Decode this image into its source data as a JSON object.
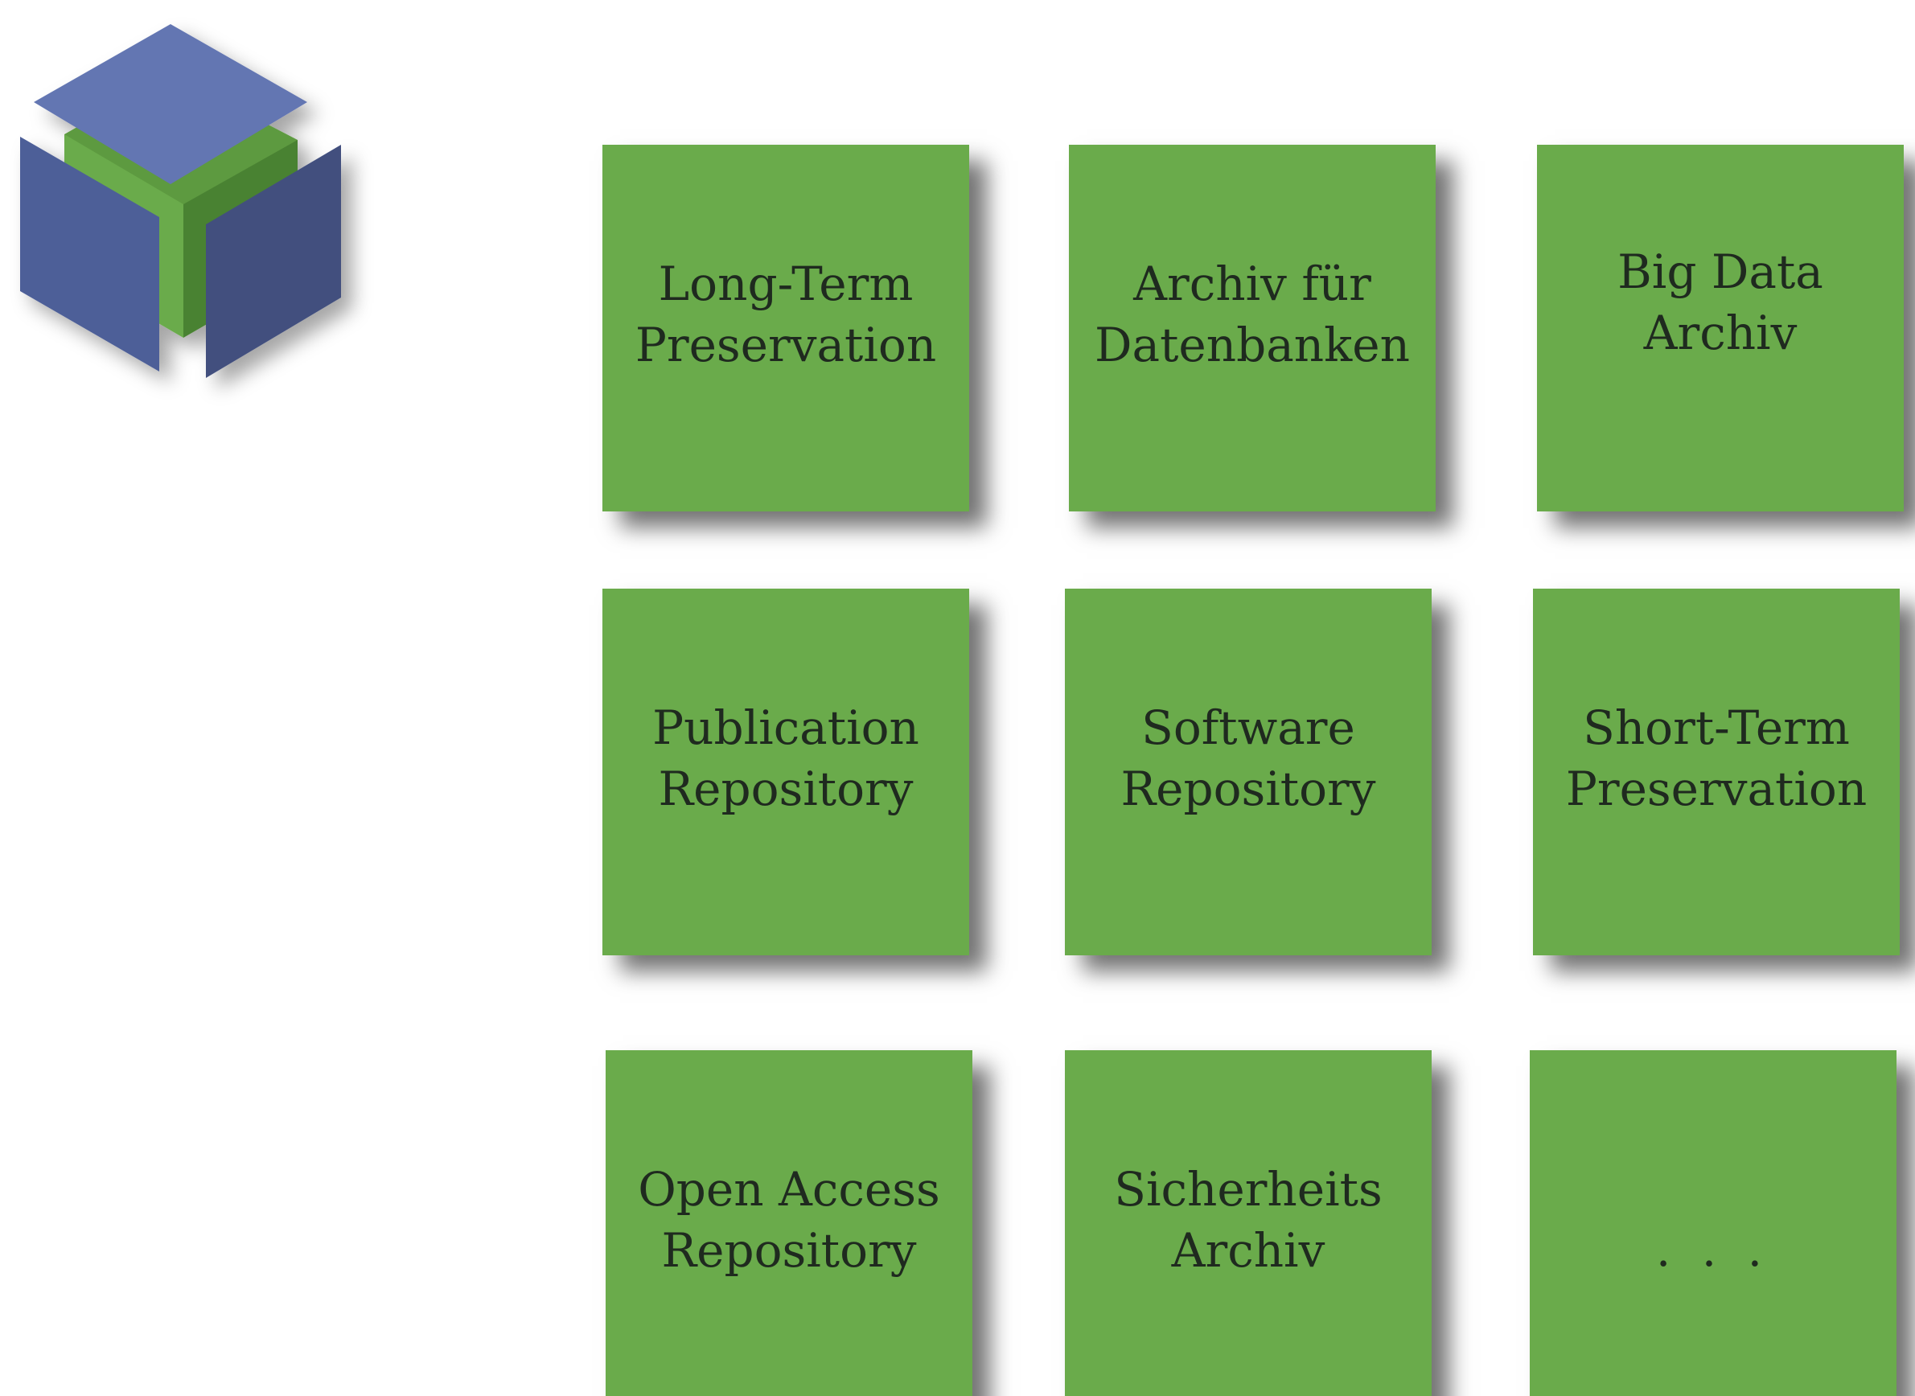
{
  "colors": {
    "tile_green": "#6aab4b",
    "cube_top": "#6476b2",
    "cube_left": "#4d5f98",
    "cube_right": "#42507e",
    "cube_inner_light": "#6aab4b",
    "cube_inner_dark": "#4a8233",
    "text": "#1f2a1f"
  },
  "logo": {
    "icon": "stacked-cube-logo-icon"
  },
  "tiles": [
    {
      "label": "Long-Term\nPreservation"
    },
    {
      "label": "Archiv für\nDatenbanken"
    },
    {
      "label": "Big Data\nArchiv"
    },
    {
      "label": "Publication\nRepository"
    },
    {
      "label": "Software\nRepository"
    },
    {
      "label": "Short-Term\nPreservation"
    },
    {
      "label": "Open Access\nRepository"
    },
    {
      "label": "Sicherheits\nArchiv"
    },
    {
      "label": ". . ."
    }
  ]
}
